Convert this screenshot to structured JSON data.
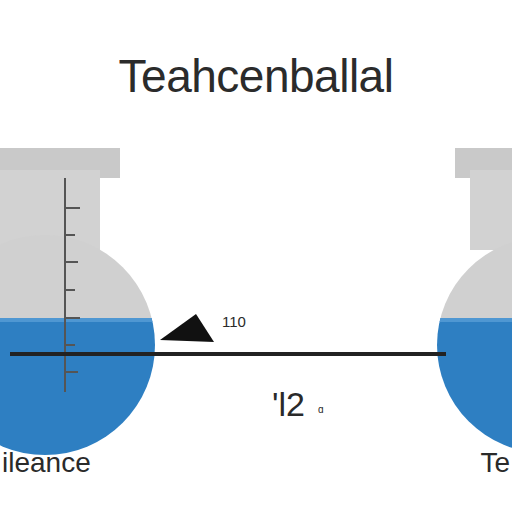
{
  "diagram": {
    "title": "Teahcenballal",
    "labels": [
      "110",
      "'l2",
      "ɑ",
      "ileance",
      "Te"
    ]
  }
}
